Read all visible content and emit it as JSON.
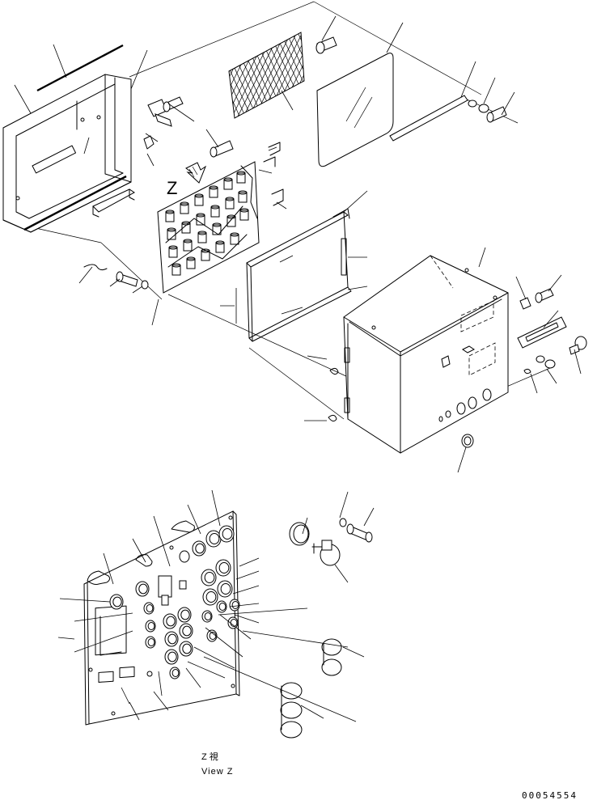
{
  "diagram": {
    "view_marker": "Z",
    "view_caption_jp": "Z 視",
    "view_caption_en": "View Z",
    "drawing_number": "00054554"
  }
}
